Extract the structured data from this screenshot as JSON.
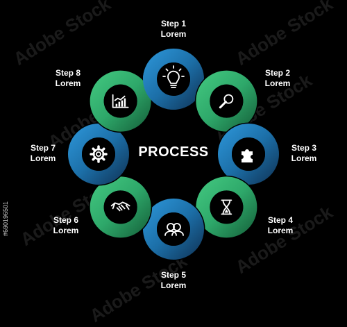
{
  "center_title": "PROCESS",
  "steps": [
    {
      "title": "Step 1",
      "text": "Lorem",
      "icon": "lightbulb-icon"
    },
    {
      "title": "Step 2",
      "text": "Lorem",
      "icon": "magnifier-icon"
    },
    {
      "title": "Step 3",
      "text": "Lorem",
      "icon": "puzzle-icon"
    },
    {
      "title": "Step 4",
      "text": "Lorem",
      "icon": "hourglass-icon"
    },
    {
      "title": "Step 5",
      "text": "Lorem",
      "icon": "team-icon"
    },
    {
      "title": "Step 6",
      "text": "Lorem",
      "icon": "handshake-icon"
    },
    {
      "title": "Step 7",
      "text": "Lorem",
      "icon": "gear-icon"
    },
    {
      "title": "Step 8",
      "text": "Lorem",
      "icon": "bar-chart-icon"
    }
  ],
  "watermark_text": "Adobe Stock",
  "image_id": "#690196501",
  "colors": {
    "background": "#000000",
    "blue": "#1f78b4",
    "green": "#2ea86a",
    "text": "#ffffff"
  }
}
